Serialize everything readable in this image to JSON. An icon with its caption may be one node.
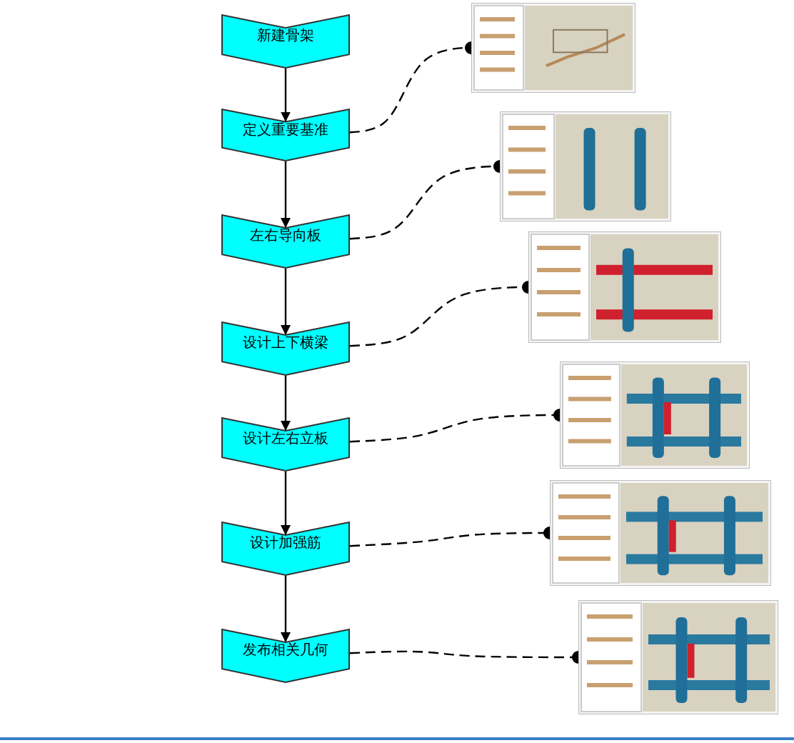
{
  "diagram": {
    "nodes": [
      {
        "text": [
          "新建骨架"
        ]
      },
      {
        "text": [
          "定义重要基准"
        ]
      },
      {
        "text": [
          "左右导向板"
        ]
      },
      {
        "text": [
          "设计上下横梁"
        ]
      },
      {
        "text": [
          "设计左右立板"
        ]
      },
      {
        "text": [
          "设计加强筋"
        ]
      },
      {
        "text": [
          "发布相关几何"
        ]
      },
      {
        "text": [],
        "shape": "picture"
      },
      {
        "text": [],
        "shape": "picture"
      },
      {
        "text": [],
        "shape": "picture"
      },
      {
        "text": [],
        "shape": "picture"
      },
      {
        "text": [],
        "shape": "picture"
      },
      {
        "text": [],
        "shape": "picture"
      }
    ],
    "edges": [
      {
        "from": 0,
        "to": 1,
        "arrow": "to"
      },
      {
        "from": 1,
        "to": 2,
        "arrow": "to"
      },
      {
        "from": 2,
        "to": 3,
        "arrow": "to"
      },
      {
        "from": 3,
        "to": 4,
        "arrow": "to"
      },
      {
        "from": 4,
        "to": 5,
        "arrow": "to"
      },
      {
        "from": 5,
        "to": 6,
        "arrow": "to"
      },
      {
        "from": 1,
        "to": 7,
        "arrow": "other",
        "style": "dashed"
      },
      {
        "from": 2,
        "to": 8,
        "arrow": "other",
        "style": "dashed"
      },
      {
        "from": 3,
        "to": 9,
        "arrow": "other",
        "style": "dashed"
      },
      {
        "from": 4,
        "to": 10,
        "arrow": "other",
        "style": "dashed"
      },
      {
        "from": 5,
        "to": 11,
        "arrow": "other",
        "style": "dashed"
      },
      {
        "from": 6,
        "to": 12,
        "arrow": "other",
        "style": "dashed"
      }
    ]
  }
}
